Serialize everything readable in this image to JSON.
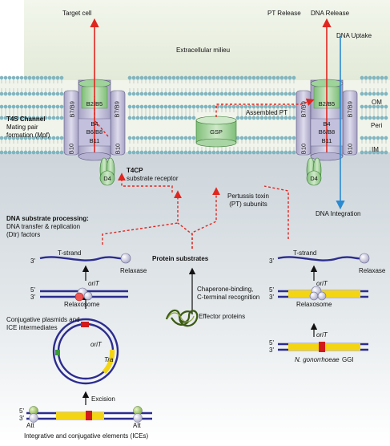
{
  "top": {
    "target_cell": "Target cell",
    "pt_release": "PT Release",
    "dna_release": "DNA Release",
    "dna_uptake": "DNA Uptake",
    "extracellular": "Extracellular milieu"
  },
  "membrane": {
    "om": "OM",
    "peri": "Peri",
    "im": "IM"
  },
  "t4s": {
    "title": "T4S Channel",
    "line1": "Mating pair",
    "line2": "formation (Mpf)"
  },
  "subunits": {
    "b7b9": "B7/B9",
    "b2b5": "B2/B5",
    "b4": "B4",
    "b6b8": "B6/B8",
    "b11": "B11",
    "b10": "B10",
    "d4": "D4",
    "gsp": "GSP"
  },
  "t4cp": {
    "title": "T4CP",
    "sub": "substrate receptor"
  },
  "assembled_pt": "Assembled PT",
  "pertussis": {
    "line1": "Pertussis toxin",
    "line2": "(PT) subunits"
  },
  "dna_integration": "DNA Integration",
  "dtr": {
    "title": "DNA substrate processing:",
    "line1": "DNA transfer & replication",
    "line2": "(Dtr) factors"
  },
  "dna": {
    "tstrand": "T-strand",
    "relaxase": "Relaxase",
    "relaxosome": "Relaxosome",
    "orit": "oriT",
    "tra": "Tra",
    "five": "5'",
    "three": "3'",
    "att": "Att",
    "excision": "Excision"
  },
  "left_labels": {
    "conj1": "Conjugative plasmids and",
    "conj2": "ICE intermediates",
    "ices": "Integrative and conjugative elements (ICEs)"
  },
  "middle": {
    "protein_substrates": "Protein substrates",
    "chap1": "Chaperone-binding,",
    "chap2": "C-terminal recognition",
    "effectors": "Effector proteins"
  },
  "right": {
    "ggi_species": "N. gonorrhoeae",
    "ggi": "GGI"
  },
  "colors": {
    "lipid_head": "#7fb8c4",
    "sky": "#eaf0e2",
    "cytoplasm": "#e4e9ec",
    "channel_purple": "#c8c5dc",
    "channel_green": "#a9d4a4",
    "red_arrow": "#e0261f",
    "blue_arrow": "#2b8ad0",
    "dna_blue": "#2c2c8f",
    "yellow": "#f4d514"
  }
}
